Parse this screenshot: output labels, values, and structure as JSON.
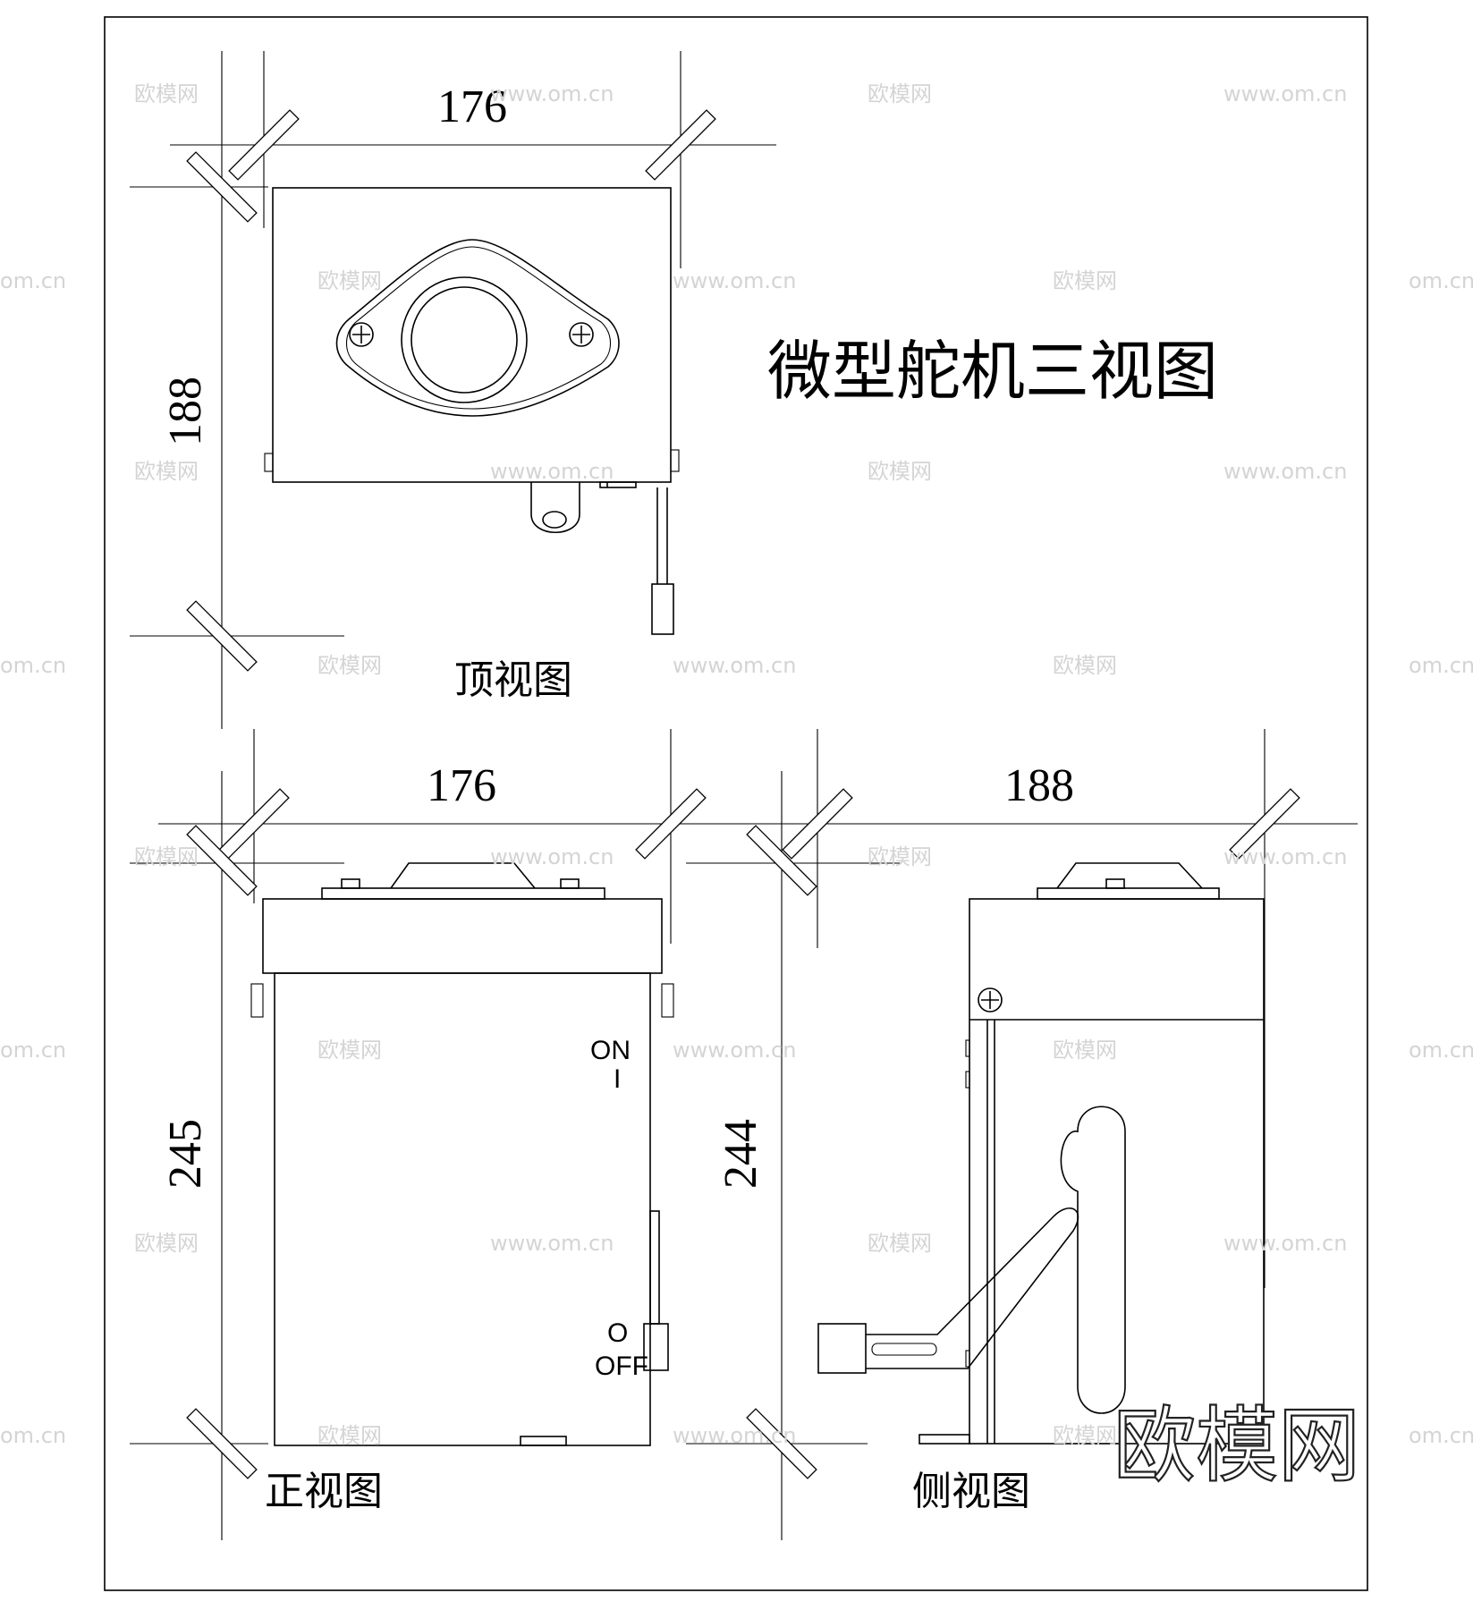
{
  "title": "微型舵机三视图",
  "views": {
    "top": {
      "caption": "顶视图",
      "width_dim": "176",
      "height_dim": "188"
    },
    "front": {
      "caption": "正视图",
      "width_dim": "176",
      "height_dim": "245",
      "switch_on_label": "ON",
      "switch_on_mark": "I",
      "switch_off_label": "OFF",
      "switch_off_mark": "O"
    },
    "side": {
      "caption": "侧视图",
      "width_dim": "188",
      "height_dim": "244"
    }
  },
  "watermark": {
    "brand": "欧模网",
    "url": "www.om.cn",
    "url_partial": "om.cn"
  }
}
